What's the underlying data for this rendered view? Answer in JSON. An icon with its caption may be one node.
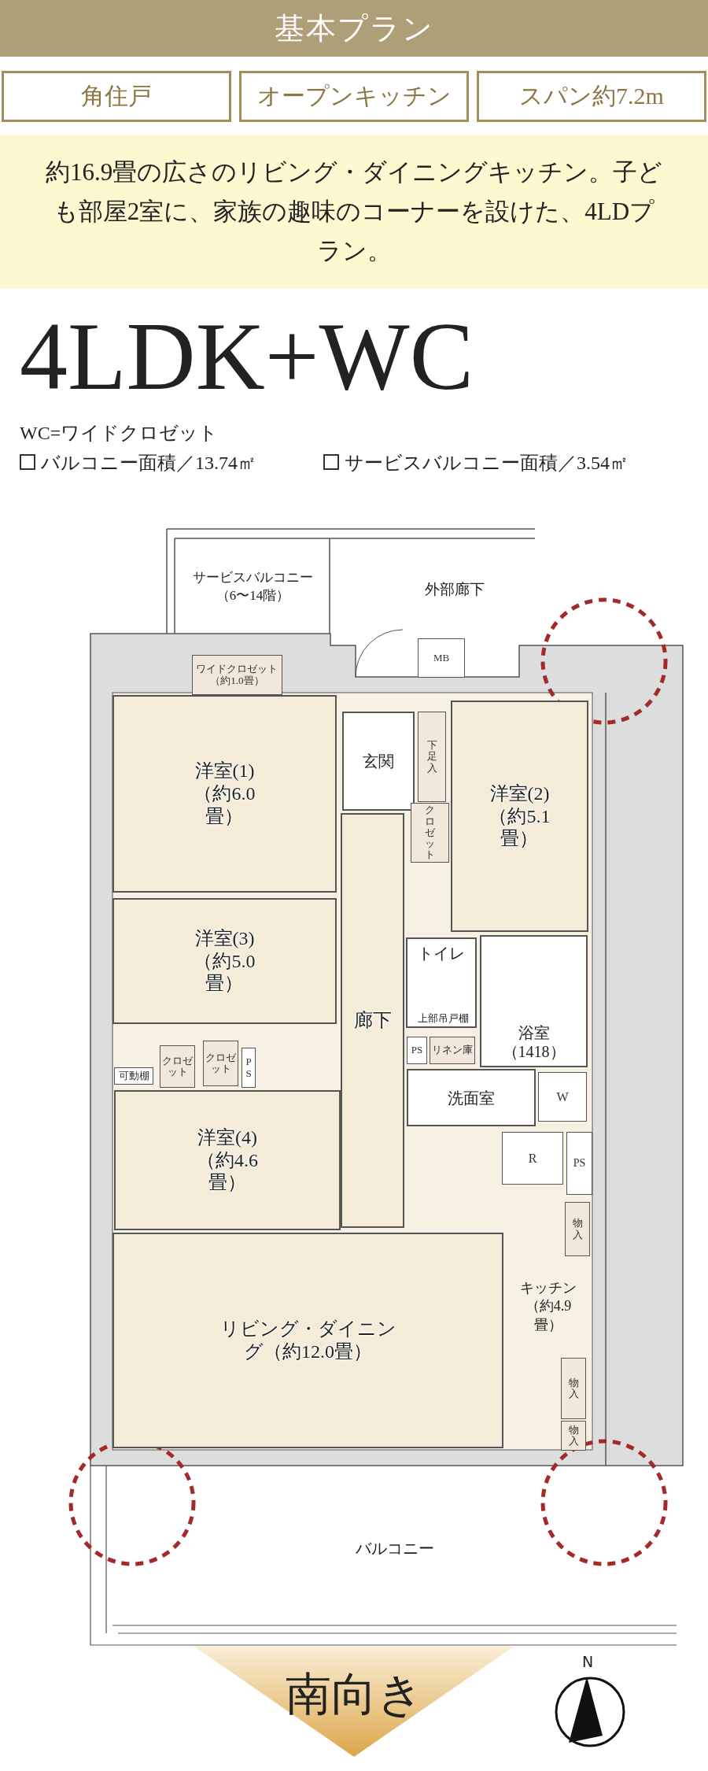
{
  "diagram": {
    "title": "基本プラン",
    "nodes": [
      {
        "text": [
          "角住戸"
        ]
      },
      {
        "text": [
          "オープンキッチン"
        ]
      },
      {
        "text": [
          "スパン約7.2m"
        ]
      },
      {
        "text": [
          "約16.9畳の広さのリビング・ダイニングキッチン。子ども部屋2室に、家族の趣味のコーナーを設けた、4LDプラン。"
        ]
      },
      {
        "text": [
          "サービスバルコニー（6〜14階）"
        ]
      },
      {
        "text": [
          "MB"
        ]
      },
      {
        "text": [
          "ワイドクロゼット（約1.0畳）"
        ]
      },
      {
        "text": [
          "洋室(1)（約6.0畳）"
        ]
      },
      {
        "text": [
          "玄関"
        ]
      },
      {
        "text": [
          "下足入"
        ]
      },
      {
        "text": [
          "クロゼット"
        ]
      },
      {
        "text": [
          "洋室(2)（約5.1畳）"
        ]
      },
      {
        "text": [
          "洋室(3)（約5.0畳）"
        ]
      },
      {
        "text": [
          "廊下"
        ]
      },
      {
        "text": [
          "トイレ"
        ]
      },
      {
        "text": [
          "上部吊戸棚"
        ],
        "in": 14
      },
      {
        "text": [
          "浴室（1418）"
        ]
      },
      {
        "text": [
          "PS"
        ]
      },
      {
        "text": [
          "リネン庫"
        ]
      },
      {
        "text": [
          "クロゼット"
        ]
      },
      {
        "text": [
          "クロゼット"
        ]
      },
      {
        "text": [
          "PS"
        ]
      },
      {
        "text": [
          "可動棚"
        ]
      },
      {
        "text": [
          "洋室(4)（約4.6畳）"
        ]
      },
      {
        "text": [
          "洗面室"
        ]
      },
      {
        "text": [
          "W"
        ]
      },
      {
        "text": [
          "R"
        ]
      },
      {
        "text": [
          "PS"
        ]
      },
      {
        "text": [
          "物入"
        ]
      },
      {
        "text": [
          "リビング・ダイニング（約12.0畳）"
        ]
      },
      {
        "text": [
          "キッチン（約4.9畳）"
        ]
      },
      {
        "text": [
          "物入"
        ]
      },
      {
        "text": [
          "物入"
        ]
      },
      {
        "text": [
          "バルコニー"
        ]
      },
      {
        "text": [
          "南向き"
        ]
      }
    ],
    "labels": [
      "4LDK+WC",
      "WC=ワイドクロゼット",
      "バルコニー面積／13.74㎡",
      "サービスバルコニー面積／3.54㎡",
      "外部廊下",
      "N"
    ]
  }
}
